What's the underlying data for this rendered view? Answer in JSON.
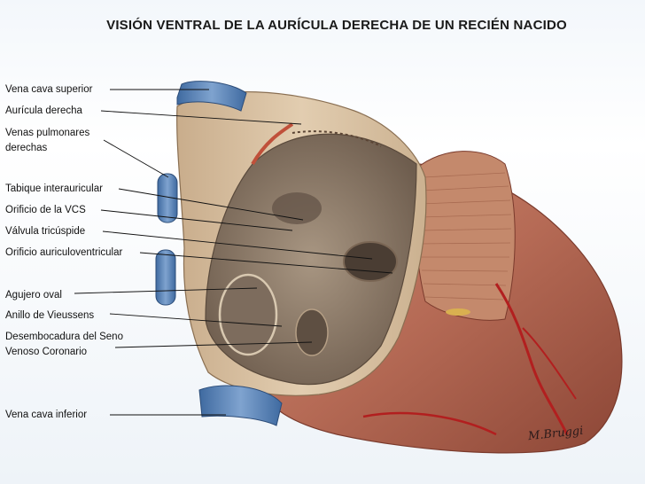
{
  "title": "VISIÓN VENTRAL DE LA AURÍCULA DERECHA DE UN RECIÉN NACIDO",
  "labels": [
    {
      "text": "Vena cava superior"
    },
    {
      "text": "Aurícula derecha"
    },
    {
      "text": "Venas pulmonares derechas"
    },
    {
      "text": "Tabique interauricular"
    },
    {
      "text": "Orificio de la VCS"
    },
    {
      "text": "Válvula tricúspide"
    },
    {
      "text": "Orificio auriculoventricular"
    },
    {
      "text": "Agujero oval"
    },
    {
      "text": "Anillo de Vieussens"
    },
    {
      "text": "Desembocadura del Seno Venoso Coronario"
    },
    {
      "text": "Vena cava inferior"
    }
  ],
  "signature": "M.Bruggi",
  "colors": {
    "muscle": "#b56a55",
    "muscle_dark": "#8c4636",
    "atrium_wall": "#d9c0a0",
    "vessel_blue": "#5f86b8",
    "artery_red": "#b21f1f",
    "interior": "#8a7968"
  }
}
